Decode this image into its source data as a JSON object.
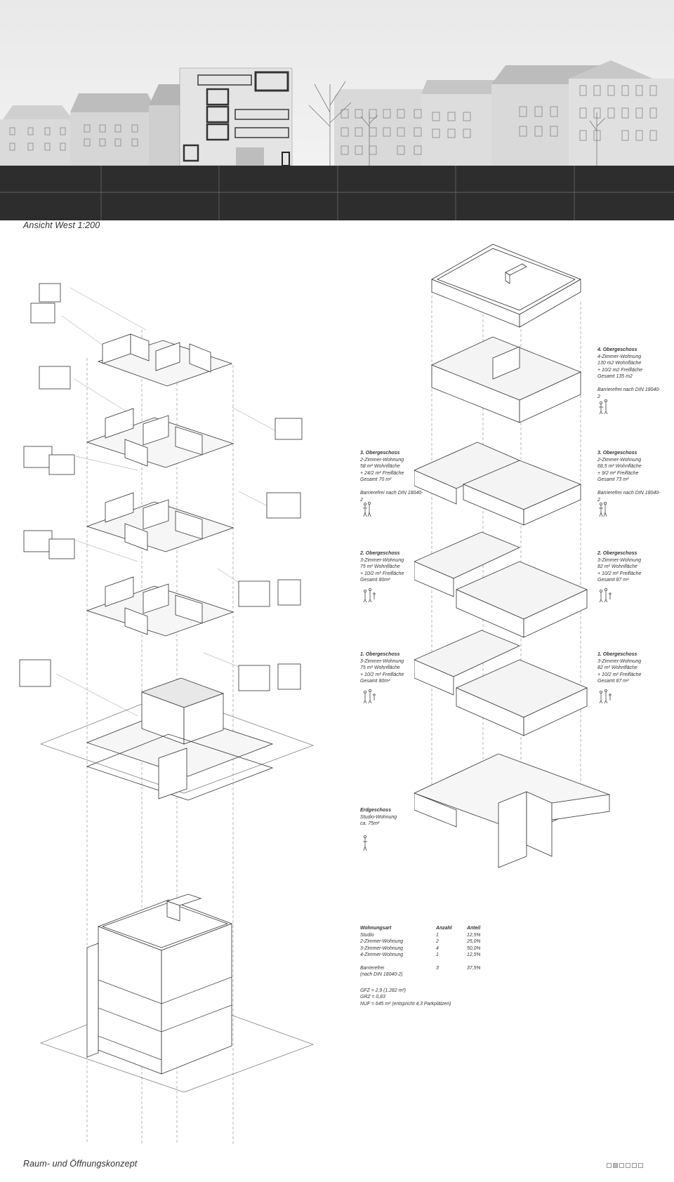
{
  "captions": {
    "elevation": "Ansicht West 1:200",
    "footer": "Raum- und Öffnungskonzept"
  },
  "floors": {
    "og4_right": {
      "title": "4. Obergeschoss",
      "type": "4-Zimmer-Wohnung",
      "area": "130 m2 Wohnfläche",
      "outdoor": "+ 10/2 m2 Freifläche",
      "total": "Gesamt 135 m2",
      "note": "Barrierefrei nach DIN 18040-2"
    },
    "og3_left": {
      "title": "3. Obergeschoss",
      "type": "2-Zimmer-Wohnung",
      "area": "58 m² Wohnfläche",
      "outdoor": "+ 24/2 m² Freifläche",
      "total": "Gesamt 70 m²",
      "note": "Barrierefrei nach DIN 18040-2"
    },
    "og3_right": {
      "title": "3. Obergeschoss",
      "type": "2-Zimmer-Wohnung",
      "area": "68,5 m² Wohnfläche",
      "outdoor": "+ 9/2 m² Freifläche",
      "total": "Gesamt 73 m²",
      "note": "Barrierefrei nach DIN 18040-2"
    },
    "og2_left": {
      "title": "2. Obergeschoss",
      "type": "3-Zimmer-Wohnung",
      "area": "75 m² Wohnfläche",
      "outdoor": "+ 10/2 m² Freifläche",
      "total": "Gesamt 80m²"
    },
    "og2_right": {
      "title": "2. Obergeschoss",
      "type": "3-Zimmer-Wohnung",
      "area": "82 m² Wohnfläche",
      "outdoor": "+ 10/2 m² Freifläche",
      "total": "Gesamt 87 m²"
    },
    "og1_left": {
      "title": "1. Obergeschoss",
      "type": "3-Zimmer-Wohnung",
      "area": "75 m² Wohnfläche",
      "outdoor": "+ 10/2 m² Freifläche",
      "total": "Gesamt 80m²"
    },
    "og1_right": {
      "title": "1. Obergeschoss",
      "type": "3-Zimmer-Wohnung",
      "area": "82 m² Wohnfläche",
      "outdoor": "+ 10/2 m² Freifläche",
      "total": "Gesamt 87 m²"
    },
    "eg": {
      "title": "Erdgeschoss",
      "type": "Studio-Wohnung",
      "area": "ca. 75m²"
    }
  },
  "summary": {
    "headers": [
      "Wohnungsart",
      "Anzahl",
      "Anteil"
    ],
    "rows": [
      [
        "Studio",
        "1",
        "12,5%"
      ],
      [
        "2-Zimmer-Wohnung",
        "2",
        "25,0%"
      ],
      [
        "3-Zimmer-Wohnung",
        "4",
        "50,0%"
      ],
      [
        "4-Zimmer-Wohnung",
        "1",
        "12,5%"
      ]
    ],
    "barrierefrei": {
      "label": "Barrierefrei",
      "count": "3",
      "share": "37,5%",
      "sub": "(nach DIN 18040-2)"
    },
    "metrics": [
      "GFZ = 2,9 (1.282 m²)",
      "GRZ = 0,83",
      "NUF = 645 m² (entspricht 4,3 Parkplätzen)"
    ]
  },
  "pager": {
    "count": 6,
    "active_index": 1
  }
}
